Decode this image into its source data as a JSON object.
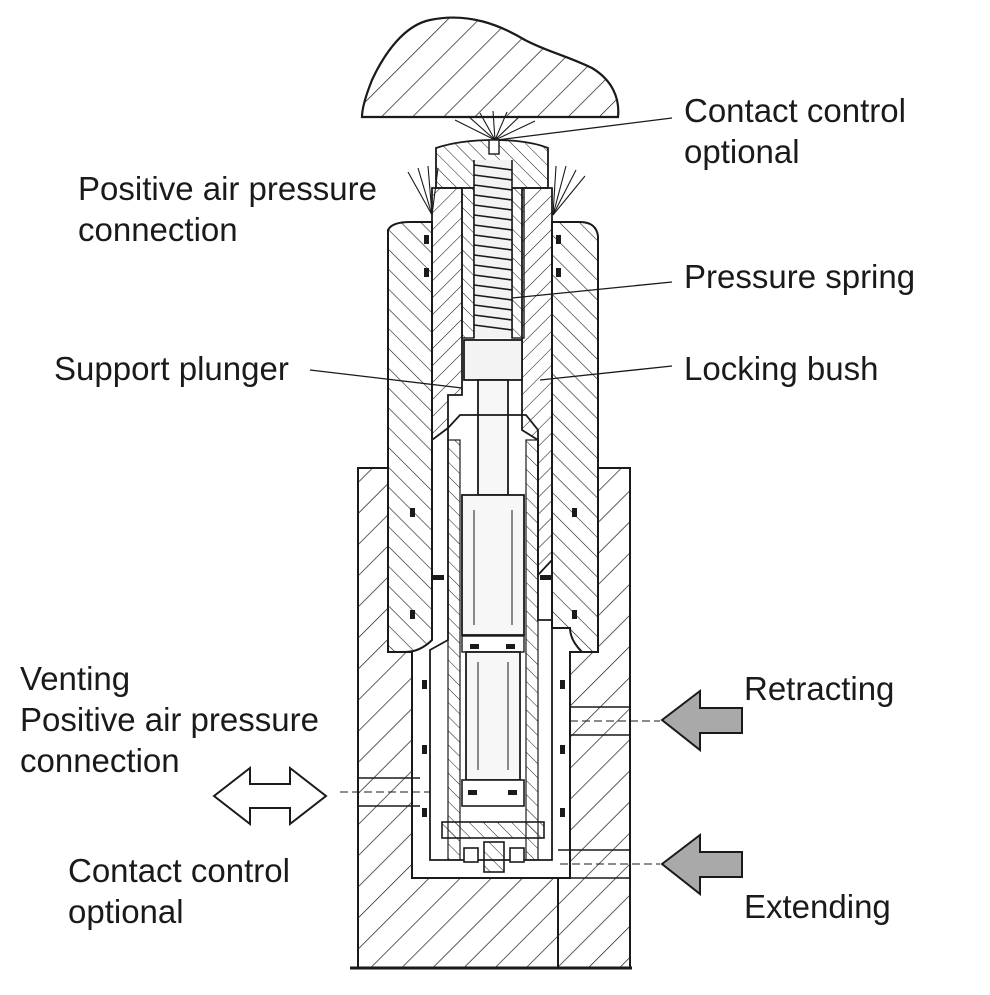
{
  "labels": {
    "contact_control_top": {
      "line1": "Contact control",
      "line2": "optional"
    },
    "positive_air_top": {
      "line1": "Positive air pressure",
      "line2": "connection"
    },
    "pressure_spring": "Pressure spring",
    "support_plunger": "Support plunger",
    "locking_bush": "Locking bush",
    "venting": {
      "line1": "Venting",
      "line2": "Positive air pressure",
      "line3": "connection"
    },
    "retracting": "Retracting",
    "contact_control_bottom": {
      "line1": "Contact control",
      "line2": "optional"
    },
    "extending": "Extending"
  },
  "arrows": {
    "retracting_arrow": {
      "direction": "left",
      "fill": "#a9a9a9"
    },
    "extending_arrow": {
      "direction": "left",
      "fill": "#a9a9a9"
    },
    "venting_arrow": {
      "direction": "both",
      "fill": "#ffffff"
    }
  },
  "colors": {
    "stroke": "#1a1a1a",
    "section": "#f3f3f3",
    "arrow_gray": "#a9a9a9"
  }
}
